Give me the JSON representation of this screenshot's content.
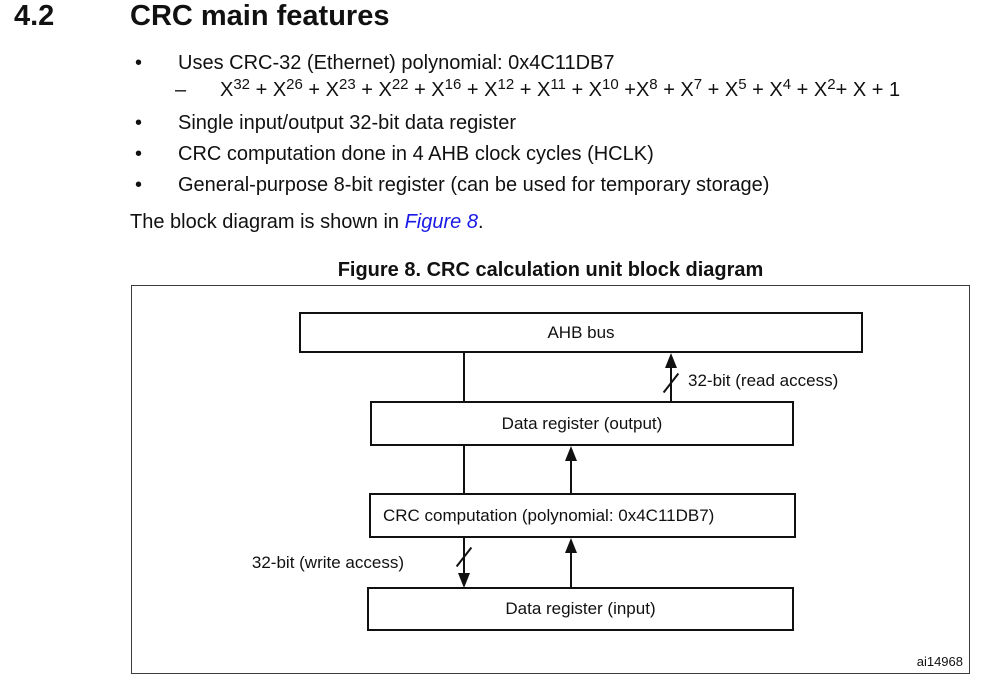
{
  "section": {
    "number": "4.2",
    "title": "CRC main features"
  },
  "bullets": {
    "marker": "•",
    "items": [
      "Uses CRC-32 (Ethernet) polynomial: 0x4C11DB7",
      "Single input/output 32-bit data register",
      "CRC computation done in 4 AHB clock cycles (HCLK)",
      "General-purpose 8-bit register (can be used for temporary storage)"
    ]
  },
  "formula": {
    "dash": "–",
    "terms": [
      {
        "base": "X",
        "exp": "32"
      },
      {
        "base": " + X",
        "exp": "26"
      },
      {
        "base": " + X",
        "exp": "23"
      },
      {
        "base": " + X",
        "exp": "22"
      },
      {
        "base": " + X",
        "exp": "16"
      },
      {
        "base": " + X",
        "exp": "12"
      },
      {
        "base": " + X",
        "exp": "11"
      },
      {
        "base": " + X",
        "exp": "10"
      },
      {
        "base": " +X",
        "exp": "8"
      },
      {
        "base": " + X",
        "exp": "7"
      },
      {
        "base": " + X",
        "exp": "5"
      },
      {
        "base": " + X",
        "exp": "4"
      },
      {
        "base": " + X",
        "exp": "2"
      },
      {
        "base": "+ X + 1",
        "exp": ""
      }
    ]
  },
  "paragraph": {
    "prefix": "The block diagram is shown in ",
    "link_text": "Figure 8",
    "suffix": "."
  },
  "figure": {
    "caption": "Figure 8. CRC calculation unit block diagram",
    "figure_id": "ai14968",
    "blocks": {
      "ahb": "AHB bus",
      "data_out": "Data register (output)",
      "crc": "CRC computation (polynomial: 0x4C11DB7)",
      "data_in": "Data register (input)"
    },
    "annotations": {
      "read": "32-bit (read access)",
      "write": "32-bit (write access)"
    }
  },
  "colors": {
    "link_blue": "#1a1ae6",
    "text": "#111111"
  }
}
